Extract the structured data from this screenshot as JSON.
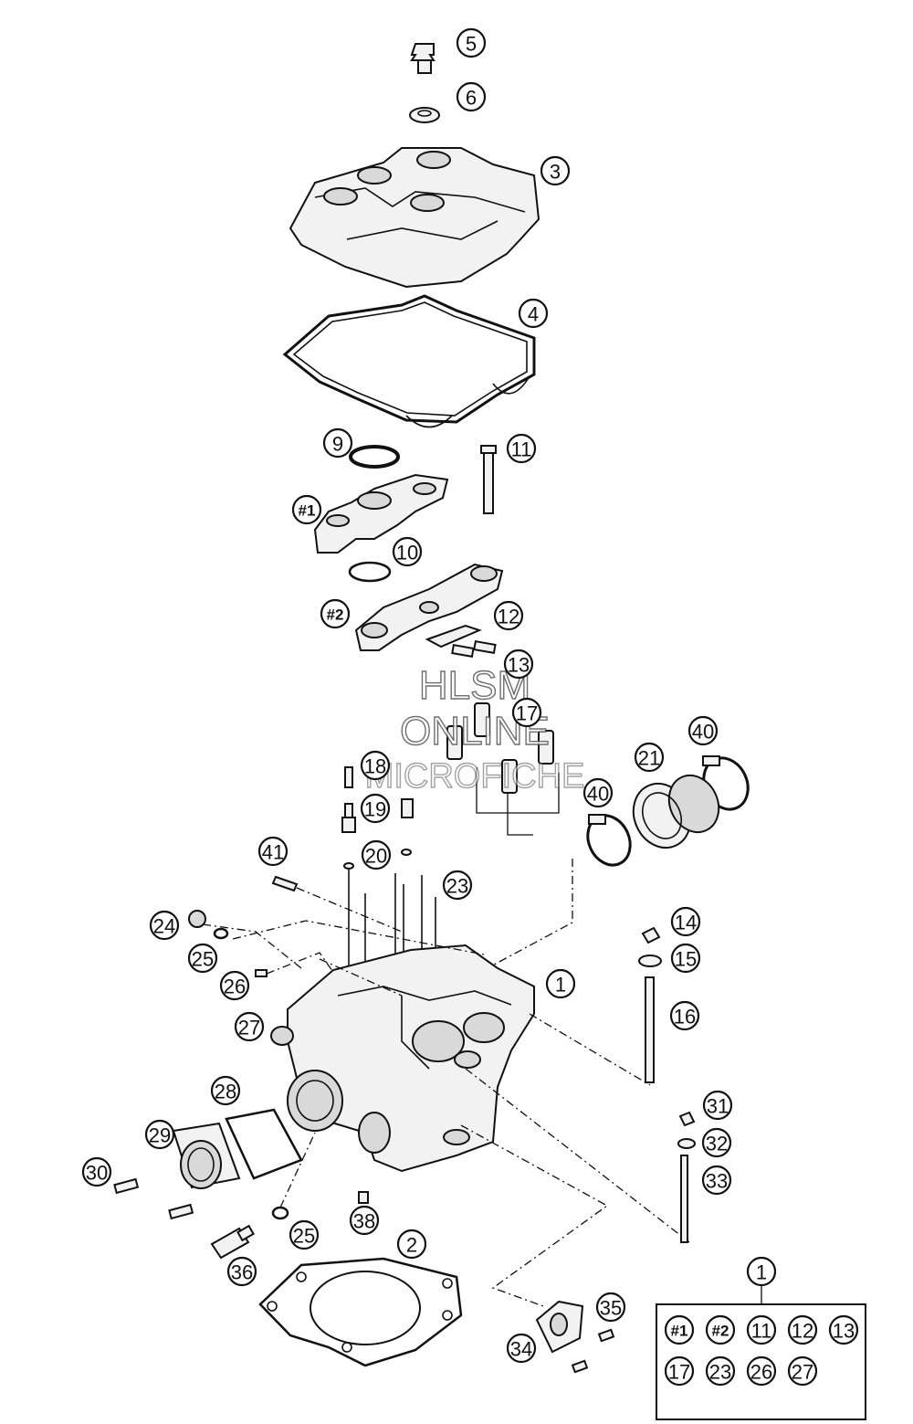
{
  "watermark": {
    "line1": "HLSM",
    "line2": "ONLINE",
    "line3": "MICROFICHE"
  },
  "callouts": {
    "c5": "5",
    "c6": "6",
    "c3": "3",
    "c4": "4",
    "c9": "9",
    "c11": "11",
    "c1a": "#1",
    "c10": "10",
    "c1b": "#2",
    "c12": "12",
    "c13": "13",
    "c17": "17",
    "c18": "18",
    "c19": "19",
    "c20": "20",
    "c41": "41",
    "c23": "23",
    "c40a": "40",
    "c21": "21",
    "c40b": "40",
    "c24": "24",
    "c25a": "25",
    "c26": "26",
    "c27": "27",
    "c1": "1",
    "c14": "14",
    "c15": "15",
    "c16": "16",
    "c28": "28",
    "c29": "29",
    "c30": "30",
    "c31": "31",
    "c32": "32",
    "c33": "33",
    "c38": "38",
    "c25b": "25",
    "c2": "2",
    "c36": "36",
    "c35": "35",
    "c34": "34"
  },
  "kit": {
    "header": "1",
    "items": [
      "#1",
      "#2",
      "11",
      "12",
      "13",
      "17",
      "23",
      "26",
      "27"
    ]
  }
}
